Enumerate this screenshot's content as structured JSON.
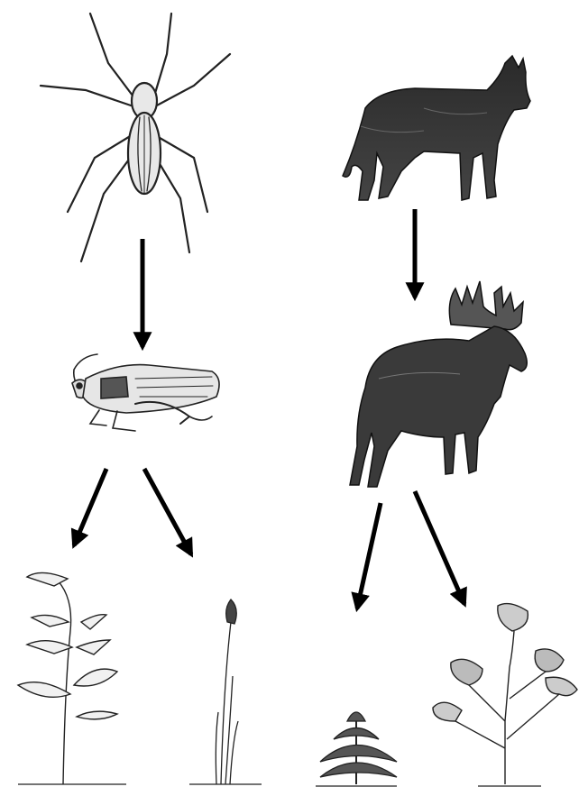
{
  "diagram": {
    "style": "food-web",
    "ink_color": "#000000",
    "background": "#ffffff",
    "food_chains": [
      {
        "organisms": [
          "spider",
          "grasshopper",
          "leafy-plant",
          "grass"
        ],
        "feeds_on": [
          {
            "from": "spider",
            "to": "grasshopper"
          },
          {
            "from": "grasshopper",
            "to": "leafy-plant"
          },
          {
            "from": "grasshopper",
            "to": "grass"
          }
        ]
      },
      {
        "organisms": [
          "wolf",
          "moose",
          "fir-seedling",
          "aspen-sapling"
        ],
        "feeds_on": [
          {
            "from": "wolf",
            "to": "moose"
          },
          {
            "from": "moose",
            "to": "fir-seedling"
          },
          {
            "from": "moose",
            "to": "aspen-sapling"
          }
        ]
      }
    ]
  }
}
